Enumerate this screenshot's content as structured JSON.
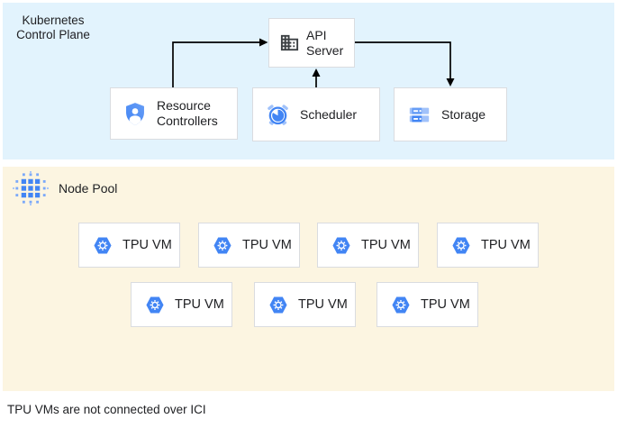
{
  "control_plane": {
    "title": "Kubernetes Control Plane",
    "nodes": {
      "api_server": {
        "label": "API Server",
        "icon": "building-icon"
      },
      "resource_controllers": {
        "label": "Resource Controllers",
        "icon": "shield-user-icon"
      },
      "scheduler": {
        "label": "Scheduler",
        "icon": "alarm-clock-icon"
      },
      "storage": {
        "label": "Storage",
        "icon": "storage-disks-icon"
      }
    },
    "connections": [
      "resource_controllers -> api_server",
      "scheduler -> api_server",
      "api_server -> storage"
    ]
  },
  "node_pool": {
    "label": "Node Pool",
    "icon": "dot-grid-icon",
    "tpu_vm_label": "TPU VM",
    "tpu_vm_count": 7,
    "tpu_vm_icon": "tpu-hexagon-icon"
  },
  "caption": "TPU VMs are not connected over ICI",
  "colors": {
    "control_plane_bg": "#E2F3FD",
    "node_pool_bg": "#FCF5E1",
    "google_blue": "#4285F4",
    "light_blue": "#A1C2FA",
    "mid_blue": "#669DF6",
    "icon_gray": "#3C4043",
    "box_border": "#DADCE0",
    "box_bg": "#FFFFFF",
    "text": "#202124",
    "arrow": "#000000"
  }
}
